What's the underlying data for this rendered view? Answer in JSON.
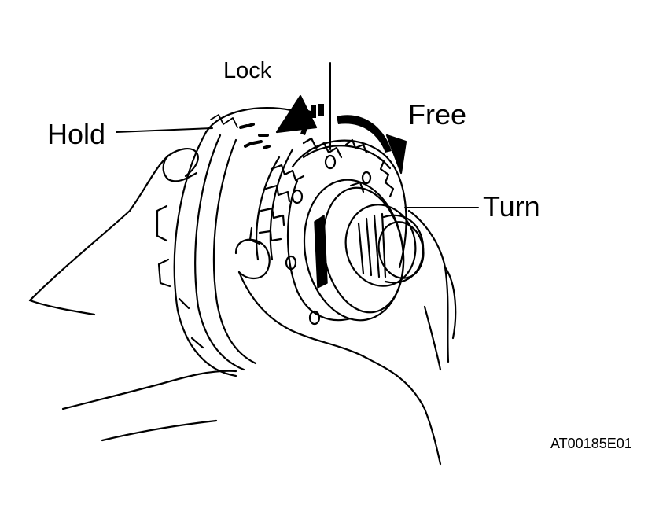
{
  "labels": {
    "lock": "Lock",
    "hold": "Hold",
    "free": "Free",
    "turn": "Turn",
    "figure_code": "AT00185E01"
  },
  "colors": {
    "ink": "#000000",
    "paper": "#ffffff"
  }
}
